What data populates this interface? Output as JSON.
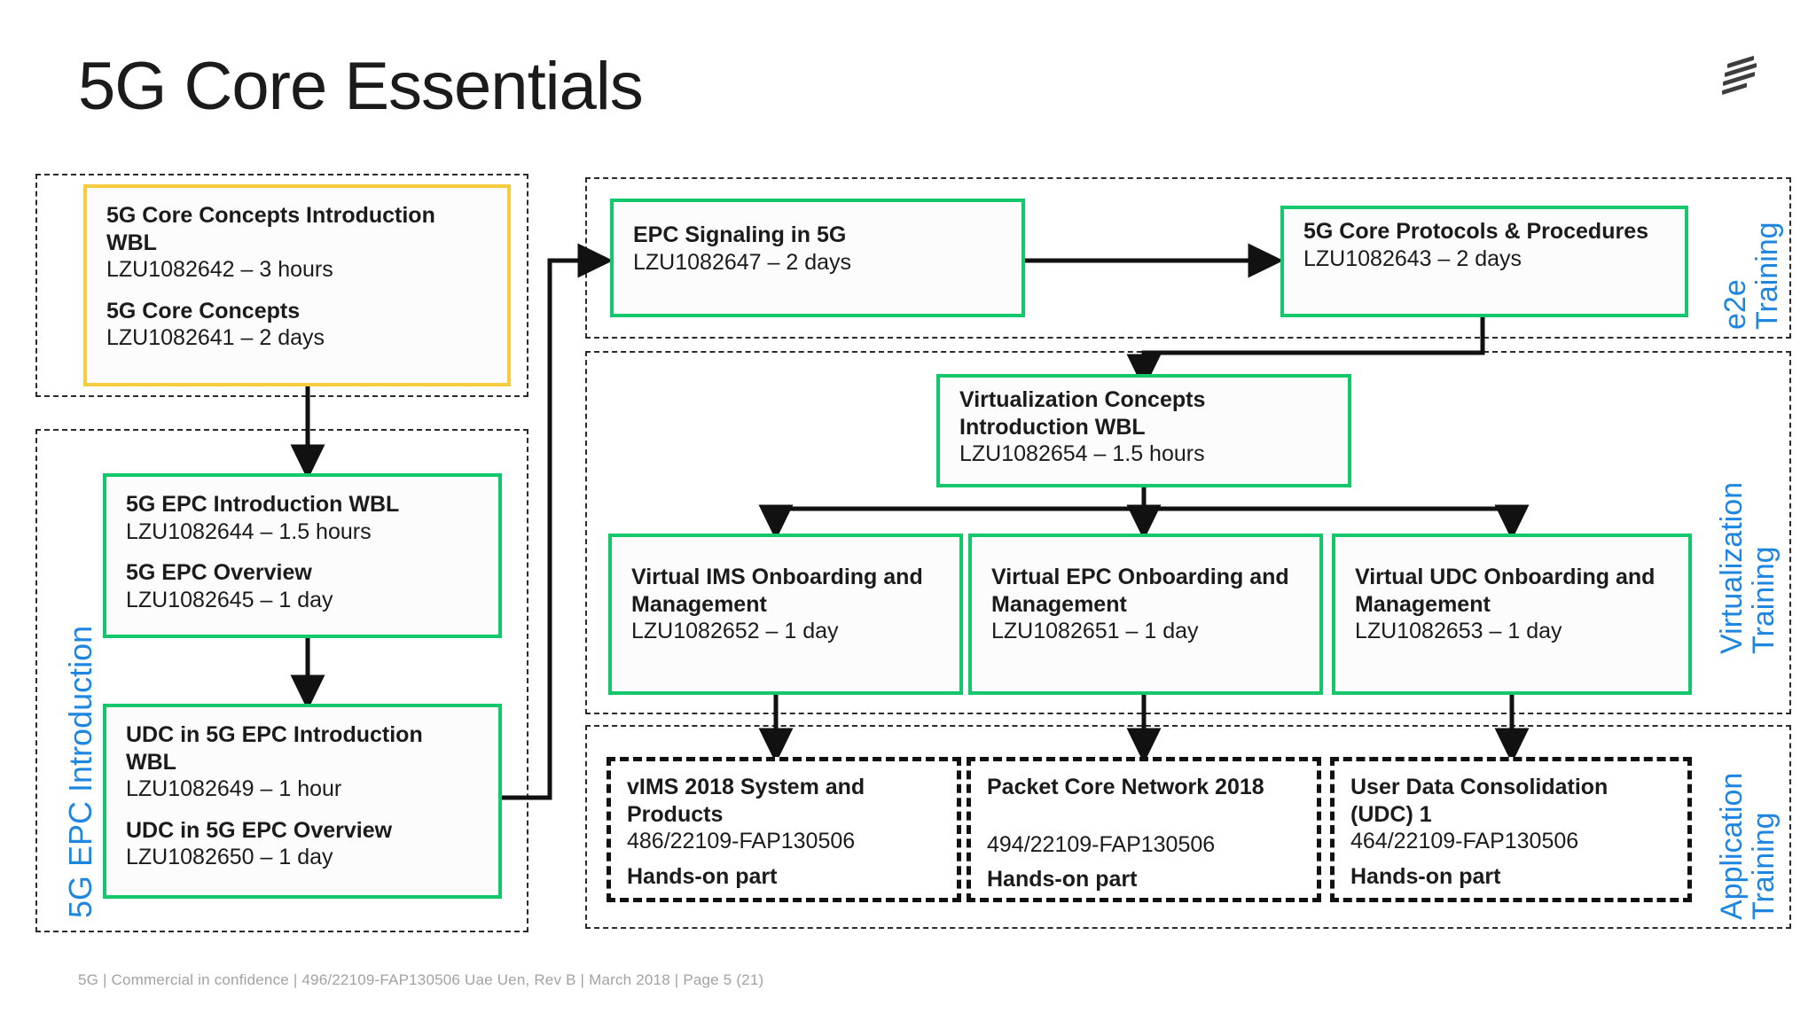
{
  "slide": {
    "title": "5G Core Essentials",
    "logo_name": "ericsson-logo",
    "footer": "5G  |  Commercial in confidence  |  496/22109-FAP130506 Uae Uen, Rev B  |  March 2018  |  Page 5 (21)"
  },
  "colors": {
    "green": "#14c76a",
    "yellow": "#f6cb3f",
    "blue_label": "#1f86e0",
    "dashed": "#2b2b2b",
    "text": "#1b1b1b",
    "footer": "#a2a2a2"
  },
  "groups": [
    {
      "id": "core-concepts",
      "label": ""
    },
    {
      "id": "epc-introduction",
      "label": "5G EPC Introduction"
    },
    {
      "id": "e2e",
      "label": "e2e\nTraining"
    },
    {
      "id": "virtualization",
      "label": "Virtualization\nTraining"
    },
    {
      "id": "application",
      "label": "Application\nTraining"
    }
  ],
  "group_labels": {
    "epc_introduction": "5G EPC Introduction",
    "e2e_line1": "e2e",
    "e2e_line2": "Training",
    "virtualization_line1": "Virtualization",
    "virtualization_line2": "Training",
    "application_line1": "Application",
    "application_line2": "Training"
  },
  "boxes": {
    "core_concepts": {
      "style": "yellow",
      "items": [
        {
          "title": "5G Core Concepts Introduction WBL",
          "code": "LZU1082642 – 3 hours"
        },
        {
          "title": "5G Core Concepts",
          "code": "LZU1082641 – 2 days"
        }
      ]
    },
    "epc_intro": {
      "style": "green",
      "items": [
        {
          "title": "5G EPC Introduction WBL",
          "code": "LZU1082644 – 1.5 hours"
        },
        {
          "title": "5G EPC Overview",
          "code": "LZU1082645 – 1 day"
        }
      ]
    },
    "udc_epc": {
      "style": "green",
      "items": [
        {
          "title": "UDC in 5G EPC Introduction WBL",
          "code": "LZU1082649 – 1 hour"
        },
        {
          "title": "UDC in 5G EPC Overview",
          "code": "LZU1082650 – 1 day"
        }
      ]
    },
    "epc_signaling": {
      "style": "green",
      "items": [
        {
          "title": "EPC Signaling in 5G",
          "code": "LZU1082647 – 2 days"
        }
      ]
    },
    "core_protocols": {
      "style": "green",
      "items": [
        {
          "title": "5G Core Protocols & Procedures",
          "code": "LZU1082643 – 2 days"
        }
      ]
    },
    "virt_concepts": {
      "style": "green",
      "items": [
        {
          "title": "Virtualization Concepts Introduction WBL",
          "code": "LZU1082654 – 1.5 hours"
        }
      ]
    },
    "virtual_ims": {
      "style": "green",
      "items": [
        {
          "title": "Virtual IMS Onboarding and Management",
          "code": "LZU1082652 – 1 day"
        }
      ]
    },
    "virtual_epc": {
      "style": "green",
      "items": [
        {
          "title": "Virtual EPC Onboarding and Management",
          "code": "LZU1082651 – 1 day"
        }
      ]
    },
    "virtual_udc": {
      "style": "green",
      "items": [
        {
          "title": "Virtual UDC Onboarding and Management",
          "code": "LZU1082653 – 1 day"
        }
      ]
    },
    "vims_2018": {
      "style": "dashed",
      "title": "vIMS 2018 System and Products",
      "code": "486/22109-FAP130506",
      "note": "Hands-on part"
    },
    "packet_core": {
      "style": "dashed",
      "title": "Packet Core Network 2018",
      "code": "494/22109-FAP130506",
      "note": "Hands-on part"
    },
    "udc_1": {
      "style": "dashed",
      "title": "User Data Consolidation (UDC) 1",
      "code": "464/22109-FAP130506",
      "note": "Hands-on part"
    }
  }
}
